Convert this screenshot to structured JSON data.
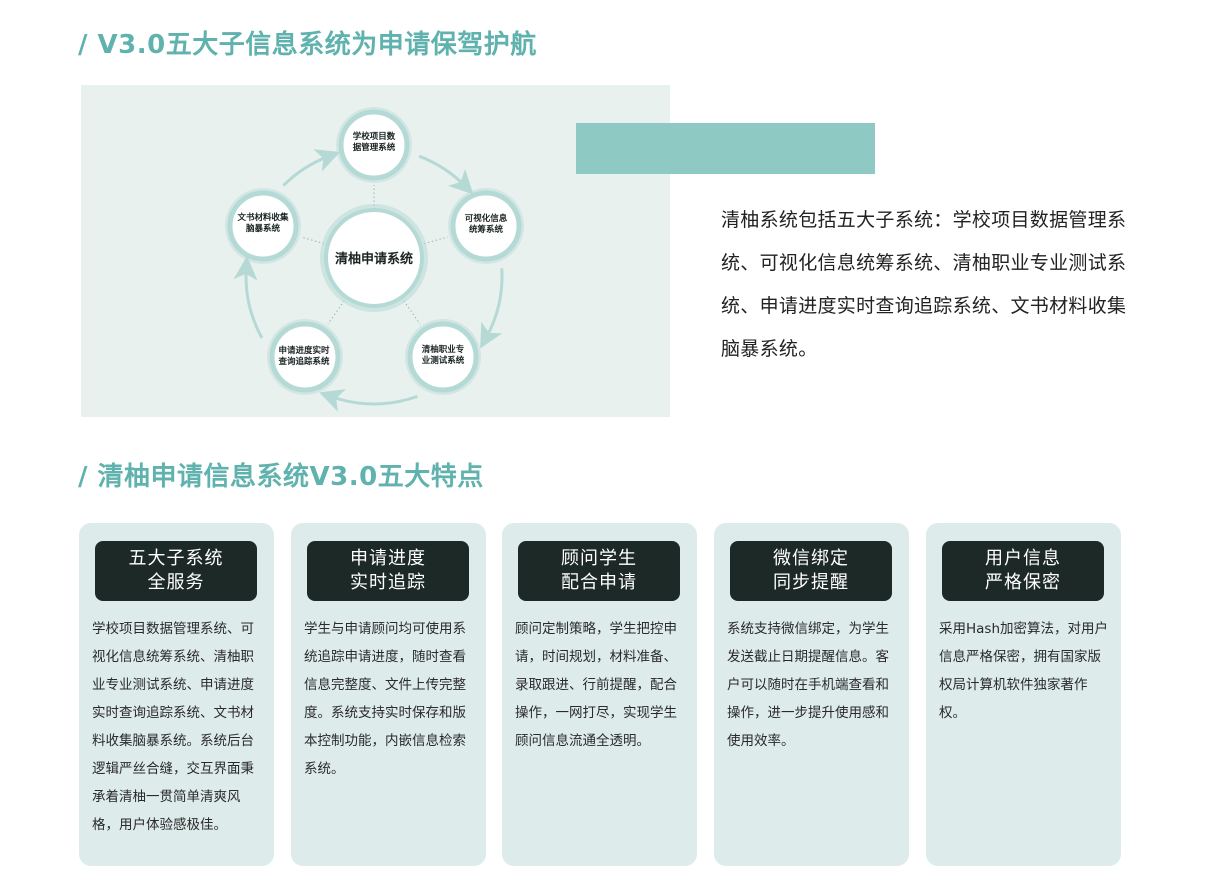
{
  "section1": {
    "title": "/ V3.0五大子信息系统为申请保驾护航"
  },
  "diagram": {
    "center": "清柚申请系统",
    "nodes": [
      {
        "line1": "学校项目数",
        "line2": "据管理系统"
      },
      {
        "line1": "可视化信息",
        "line2": "统筹系统"
      },
      {
        "line1": "清柚职业专",
        "line2": "业测试系统"
      },
      {
        "line1": "申请进度实时",
        "line2": "查询追踪系统"
      },
      {
        "line1": "文书材料收集",
        "line2": "脑暴系统"
      }
    ],
    "colors": {
      "ring": "#b5dad6",
      "ring_inner": "#ffffff",
      "arrow": "#b5dad6",
      "connector": "#9fb3b0"
    }
  },
  "intro": {
    "text": "清柚系统包括五大子系统：学校项目数据管理系统、可视化信息统筹系统、清柚职业专业测试系统、申请进度实时查询追踪系统、文书材料收集脑暴系统。"
  },
  "section2": {
    "title": "/ 清柚申请信息系统V3.0五大特点"
  },
  "cards": [
    {
      "title_line1": "五大子系统",
      "title_line2": "全服务",
      "body": "学校项目数据管理系统、可视化信息统筹系统、清柚职业专业测试系统、申请进度实时查询追踪系统、文书材料收集脑暴系统。系统后台逻辑严丝合缝，交互界面秉承着清柚一贯简单清爽风格，用户体验感极佳。"
    },
    {
      "title_line1": "申请进度",
      "title_line2": "实时追踪",
      "body": "学生与申请顾问均可使用系统追踪申请进度，随时查看信息完整度、文件上传完整度。系统支持实时保存和版本控制功能，内嵌信息检索系统。"
    },
    {
      "title_line1": "顾问学生",
      "title_line2": "配合申请",
      "body": "顾问定制策略，学生把控申请，时间规划，材料准备、录取跟进、行前提醒，配合操作，一网打尽，实现学生顾问信息流通全透明。"
    },
    {
      "title_line1": "微信绑定",
      "title_line2": "同步提醒",
      "body": "系统支持微信绑定，为学生发送截止日期提醒信息。客户可以随时在手机端查看和操作，进一步提升使用感和使用效率。"
    },
    {
      "title_line1": "用户信息",
      "title_line2": "严格保密",
      "body": "采用Hash加密算法，对用户信息严格保密，拥有国家版权局计算机软件独家著作权。"
    }
  ],
  "colors": {
    "accent": "#5fb2ad",
    "card_bg": "#ddecea",
    "card_head_bg": "#1d2926"
  }
}
